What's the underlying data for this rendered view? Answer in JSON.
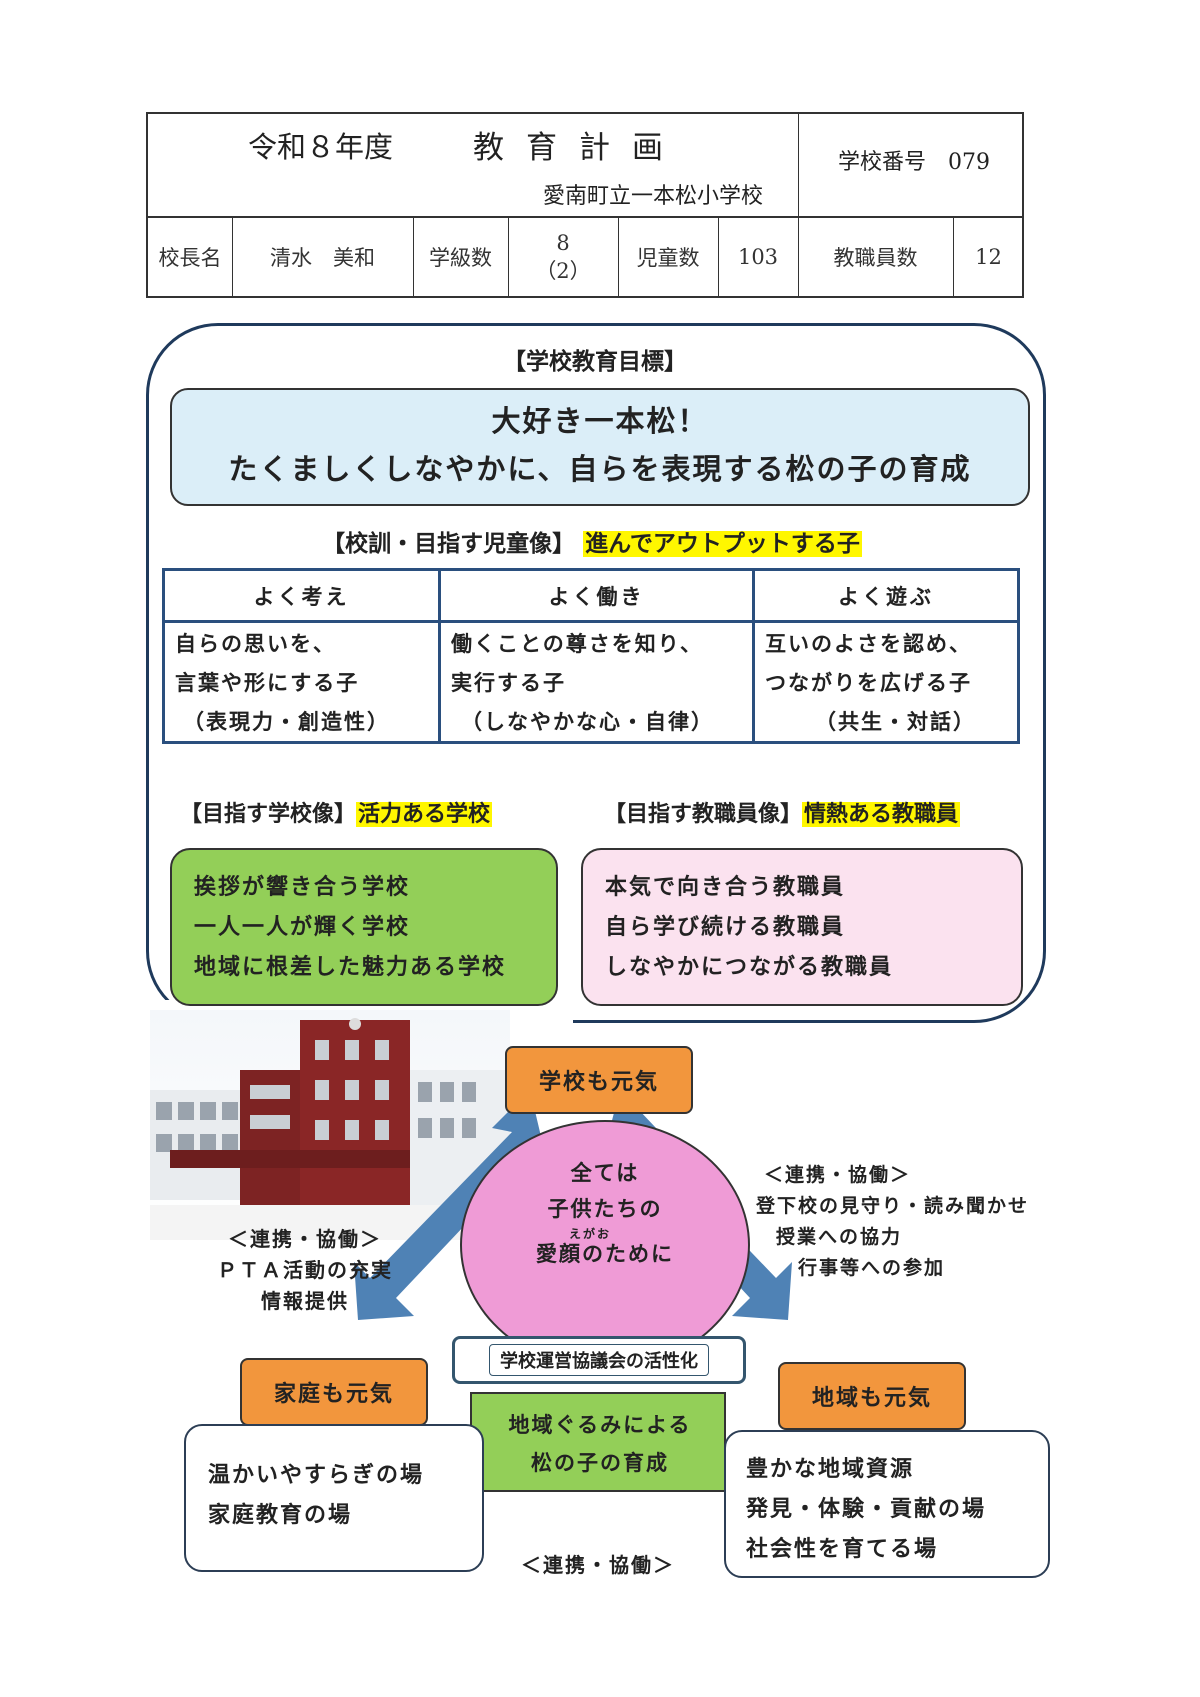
{
  "header": {
    "year": "令和８年度",
    "plan_title": "教育計画",
    "school_name": "愛南町立一本松小学校",
    "school_number_label": "学校番号　079",
    "principal_label": "校長名",
    "principal_name": "清水　美和",
    "classes_label": "学級数",
    "classes_value": "8",
    "classes_special": "（2）",
    "students_label": "児童数",
    "students_value": "103",
    "staff_label": "教職員数",
    "staff_value": "12"
  },
  "goal": {
    "heading": "【学校教育目標】",
    "line1": "大好き一本松！",
    "line2": "たくましくしなやかに、自らを表現する松の子の育成"
  },
  "motto": {
    "heading": "【校訓・目指す児童像】",
    "highlight": "進んでアウトプットする子",
    "columns": [
      {
        "title": "よく考え",
        "line1": "自らの思いを、",
        "line2": "言葉や形にする子",
        "line3": "（表現力・創造性）"
      },
      {
        "title": "よく働き",
        "line1": "働くことの尊さを知り、",
        "line2": "実行する子",
        "line3": "（しなやかな心・自律）"
      },
      {
        "title": "よく遊ぶ",
        "line1": "互いのよさを認め、",
        "line2": "つながりを広げる子",
        "line3": "（共生・対話）"
      }
    ]
  },
  "school_image": {
    "heading": "【目指す学校像】",
    "highlight": "活力ある学校",
    "items": [
      "挨拶が響き合う学校",
      "一人一人が輝く学校",
      "地域に根差した魅力ある学校"
    ]
  },
  "staff_image": {
    "heading": "【目指す教職員像】",
    "highlight": "情熱ある教職員",
    "items": [
      "本気で向き合う教職員",
      "自ら学び続ける教職員",
      "しなやかにつながる教職員"
    ]
  },
  "diagram": {
    "school": "学校も元気",
    "home": "家庭も元気",
    "community": "地域も元気",
    "center_line1": "全ては",
    "center_line2": "子供たちの",
    "center_ruby": "えがお",
    "center_line3": "愛顔のために",
    "council": "学校運営協議会の活性化",
    "green_line1": "地域ぐるみによる",
    "green_line2": "松の子の育成",
    "left_link_title": "＜連携・協働＞",
    "left_link_1": "ＰＴＡ活動の充実",
    "left_link_2": "情報提供",
    "right_link_title": "＜連携・協働＞",
    "right_link_1": "登下校の見守り・読み聞かせ",
    "right_link_2": "授業への協力",
    "right_link_3": "行事等への参加",
    "bottom_link_title": "＜連携・協働＞",
    "home_items": [
      "温かいやすらぎの場",
      "家庭教育の場"
    ],
    "community_items": [
      "豊かな地域資源",
      "発見・体験・貢献の場",
      "社会性を育てる場"
    ]
  },
  "colors": {
    "frame": "#1f3a5c",
    "orange": "#f2963d",
    "green": "#93cf58",
    "pink_circle": "#ef9bd6",
    "light_pink": "#fbe2ef",
    "light_blue": "#dbeef8",
    "arrow_blue": "#4f82b5",
    "highlight_yellow": "#fff700"
  }
}
